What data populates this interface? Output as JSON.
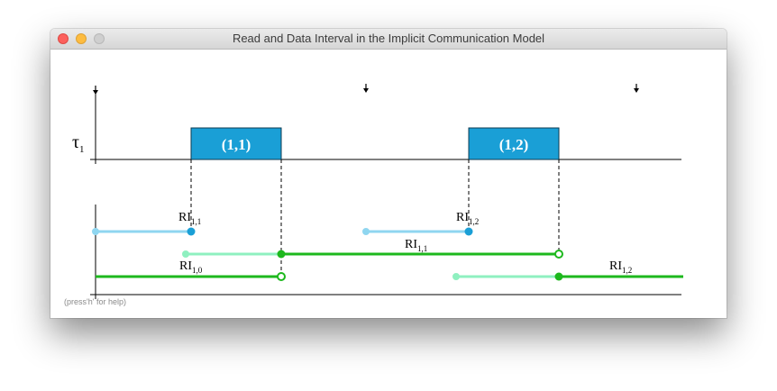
{
  "window": {
    "title": "Read and Data Interval in the Implicit Communication Model",
    "help_text": "(press'h' for help)"
  },
  "task": {
    "name_base": "τ",
    "name_sub": "1"
  },
  "jobs": [
    {
      "label": "(1,1)"
    },
    {
      "label": "(1,2)"
    }
  ],
  "interval_labels": [
    {
      "base": "RI",
      "sub": "1,1"
    },
    {
      "base": "RI",
      "sub": "1,2"
    },
    {
      "base": "RI",
      "sub": "1,1"
    },
    {
      "base": "RI",
      "sub": "1,0"
    },
    {
      "base": "RI",
      "sub": "1,2"
    }
  ],
  "colors": {
    "job_fill": "#1a9fd6",
    "read_light": "#8fd6f0",
    "read_dark": "#1a9fd6",
    "data_light": "#8ff0c0",
    "data_dark": "#1db81d"
  }
}
